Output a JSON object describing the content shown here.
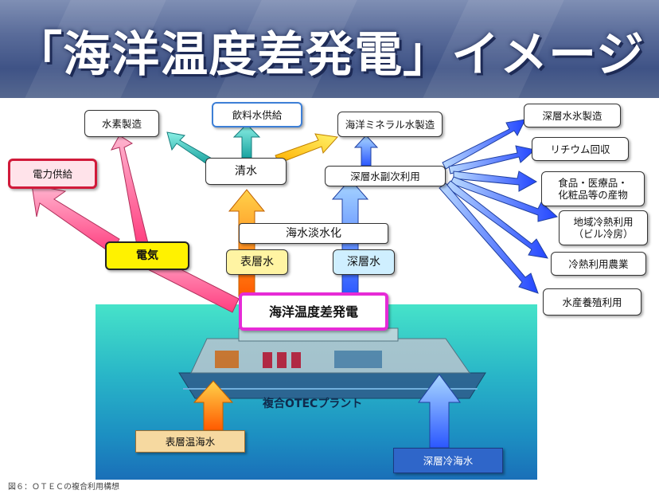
{
  "title": "「海洋温度差発電」イメージ",
  "boxes": {
    "power_supply": "電力供給",
    "hydrogen": "水素製造",
    "drinking_water": "飲料水供給",
    "mineral_water": "海洋ミネラル水製造",
    "deep_ice": "深層水氷製造",
    "lithium": "リチウム回収",
    "food_medical_1": "食品・医療品・",
    "food_medical_2": "化粧品等の産物",
    "district_cooling_1": "地域冷熱利用",
    "district_cooling_2": "（ビル冷房）",
    "cold_agriculture": "冷熱利用農業",
    "aquaculture": "水産養殖利用",
    "fresh_water": "清水",
    "deep_secondary": "深層水副次利用",
    "desalination": "海水淡水化",
    "electricity": "電気",
    "surface_water": "表層水",
    "deep_water": "深層水",
    "otec": "海洋温度差発電",
    "plant": "複合OTECプラント",
    "surface_warm": "表層温海水",
    "deep_cold": "深層冷海水"
  },
  "caption": "図６：ＯＴＥＣの複合利用構想"
}
